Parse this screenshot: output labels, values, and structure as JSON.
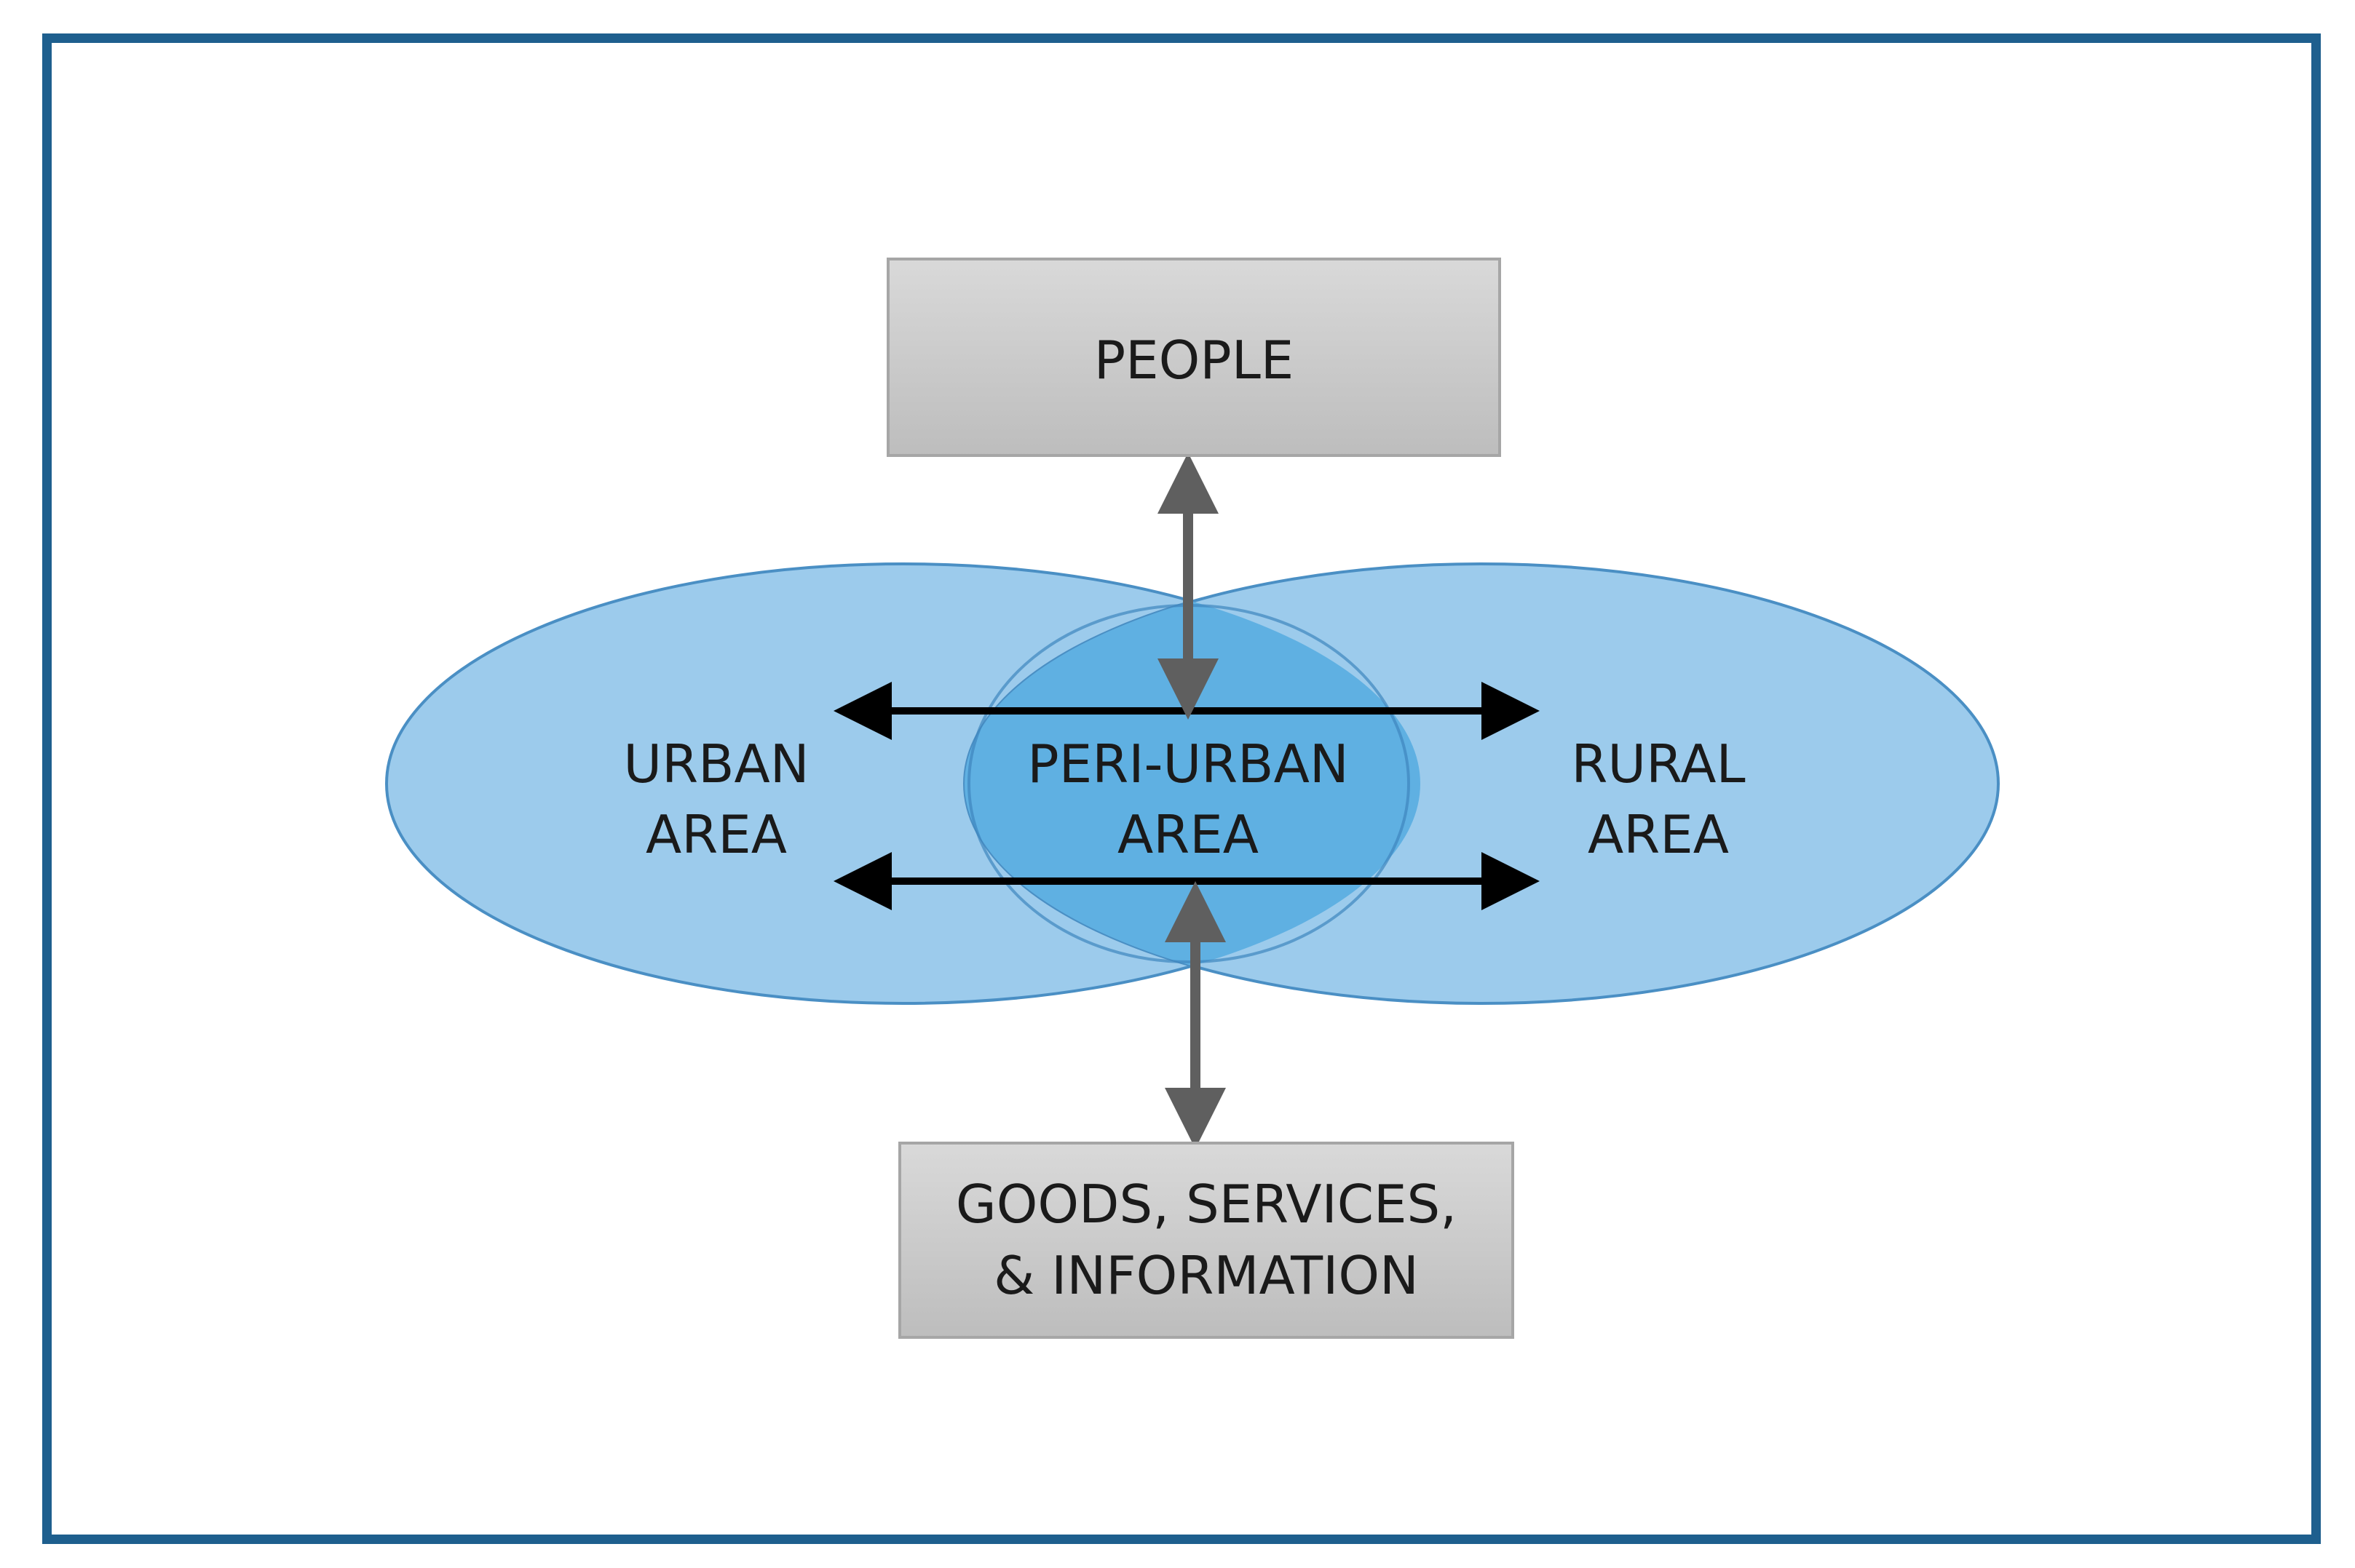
{
  "colors": {
    "frame_border": "#1e5f8e",
    "ellipse_fill": "#9ccbec",
    "ellipse_stroke": "#4a8fc4",
    "overlap_fill": "#5fb0e2",
    "box_fill_top": "#d9d9d9",
    "box_fill_bottom": "#bdbdbd",
    "box_stroke": "#a6a6a6",
    "vertical_arrow": "#5f5f5f",
    "horizontal_arrow": "#000000",
    "text": "#1a1a1a"
  },
  "people": {
    "label": "PEOPLE"
  },
  "goods": {
    "line1": "GOODS, SERVICES,",
    "line2": "& INFORMATION"
  },
  "urban": {
    "line1": "URBAN",
    "line2": "AREA"
  },
  "peri_urban": {
    "line1": "PERI-URBAN",
    "line2": "AREA"
  },
  "rural": {
    "line1": "RURAL",
    "line2": "AREA"
  }
}
